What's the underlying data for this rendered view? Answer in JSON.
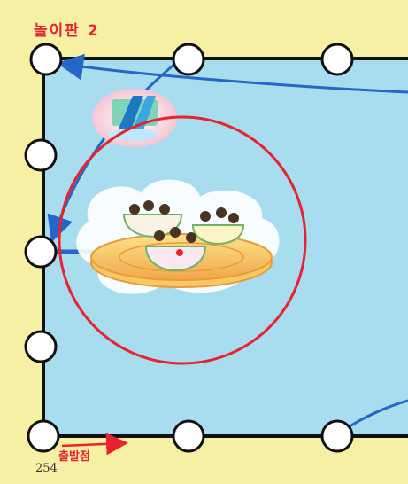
{
  "board": {
    "title": "놀이판 2",
    "start_label": "출발점",
    "page_number": "254"
  },
  "colors": {
    "page_background": "#f6f0a4",
    "board_background": "#a8dcef",
    "track_line": "#111111",
    "arrow_blue": "#2566c8",
    "highlight_circle": "#e8232f",
    "start_arrow": "#e8232f",
    "title_text": "#e8232f"
  },
  "illustrations": [
    {
      "name": "water-slide-illustration",
      "description_icon": "water-slide-icon"
    },
    {
      "name": "teacup-ride-illustration",
      "description_icon": "teacup-ride-icon"
    }
  ]
}
